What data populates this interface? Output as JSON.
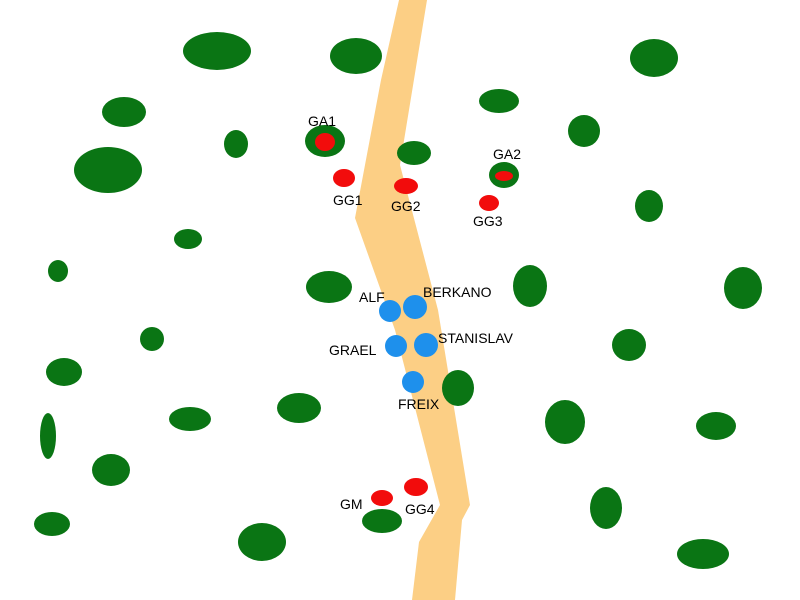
{
  "colors": {
    "background": "#ffffff",
    "road": "#fccf85",
    "tree": "#0a7514",
    "enemy": "#f20c0c",
    "friendly": "#1e90ec",
    "label": "#000000"
  },
  "labels": {
    "ga1": "GA1",
    "ga2": "GA2",
    "gg1": "GG1",
    "gg2": "GG2",
    "gg3": "GG3",
    "gg4": "GG4",
    "gm": "GM",
    "alf": "ALF",
    "berkano": "BERKANO",
    "grael": "GRAEL",
    "stanislav": "STANISLAV",
    "freix": "FREIX"
  }
}
